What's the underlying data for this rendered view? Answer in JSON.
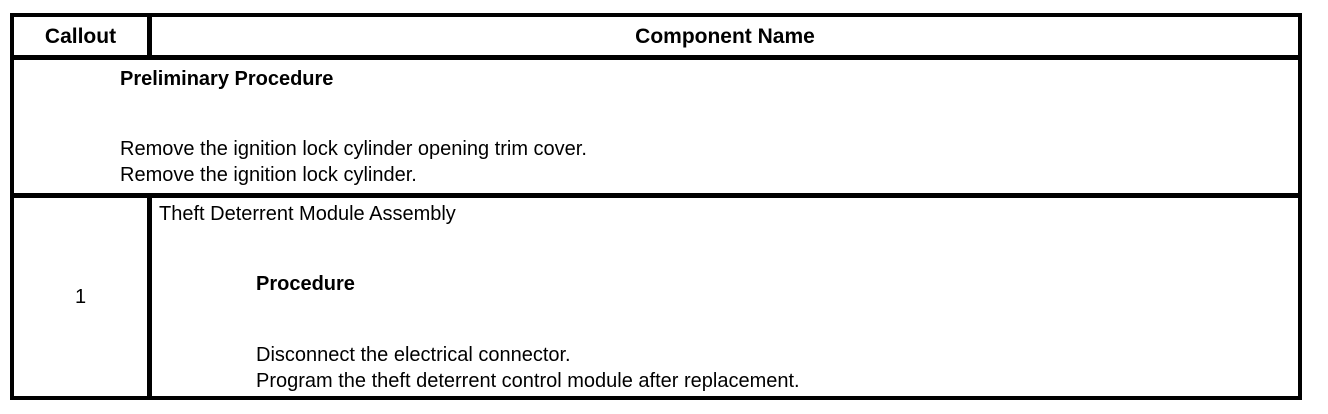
{
  "page": {
    "background": "#ffffff"
  },
  "table": {
    "colors": {
      "border": "#000000",
      "text": "#000000",
      "background": "#ffffff"
    },
    "header": {
      "callout_label": "Callout",
      "component_name_label": "Component Name"
    },
    "preliminary": {
      "heading": "Preliminary Procedure",
      "steps": [
        "Remove the ignition lock cylinder opening trim cover.",
        "Remove the ignition lock cylinder."
      ]
    },
    "rows": [
      {
        "callout": "1",
        "component_name": "Theft Deterrent Module Assembly",
        "procedure_heading": "Procedure",
        "steps": [
          "Disconnect the electrical connector.",
          "Program the theft deterrent control module after replacement."
        ]
      }
    ]
  }
}
